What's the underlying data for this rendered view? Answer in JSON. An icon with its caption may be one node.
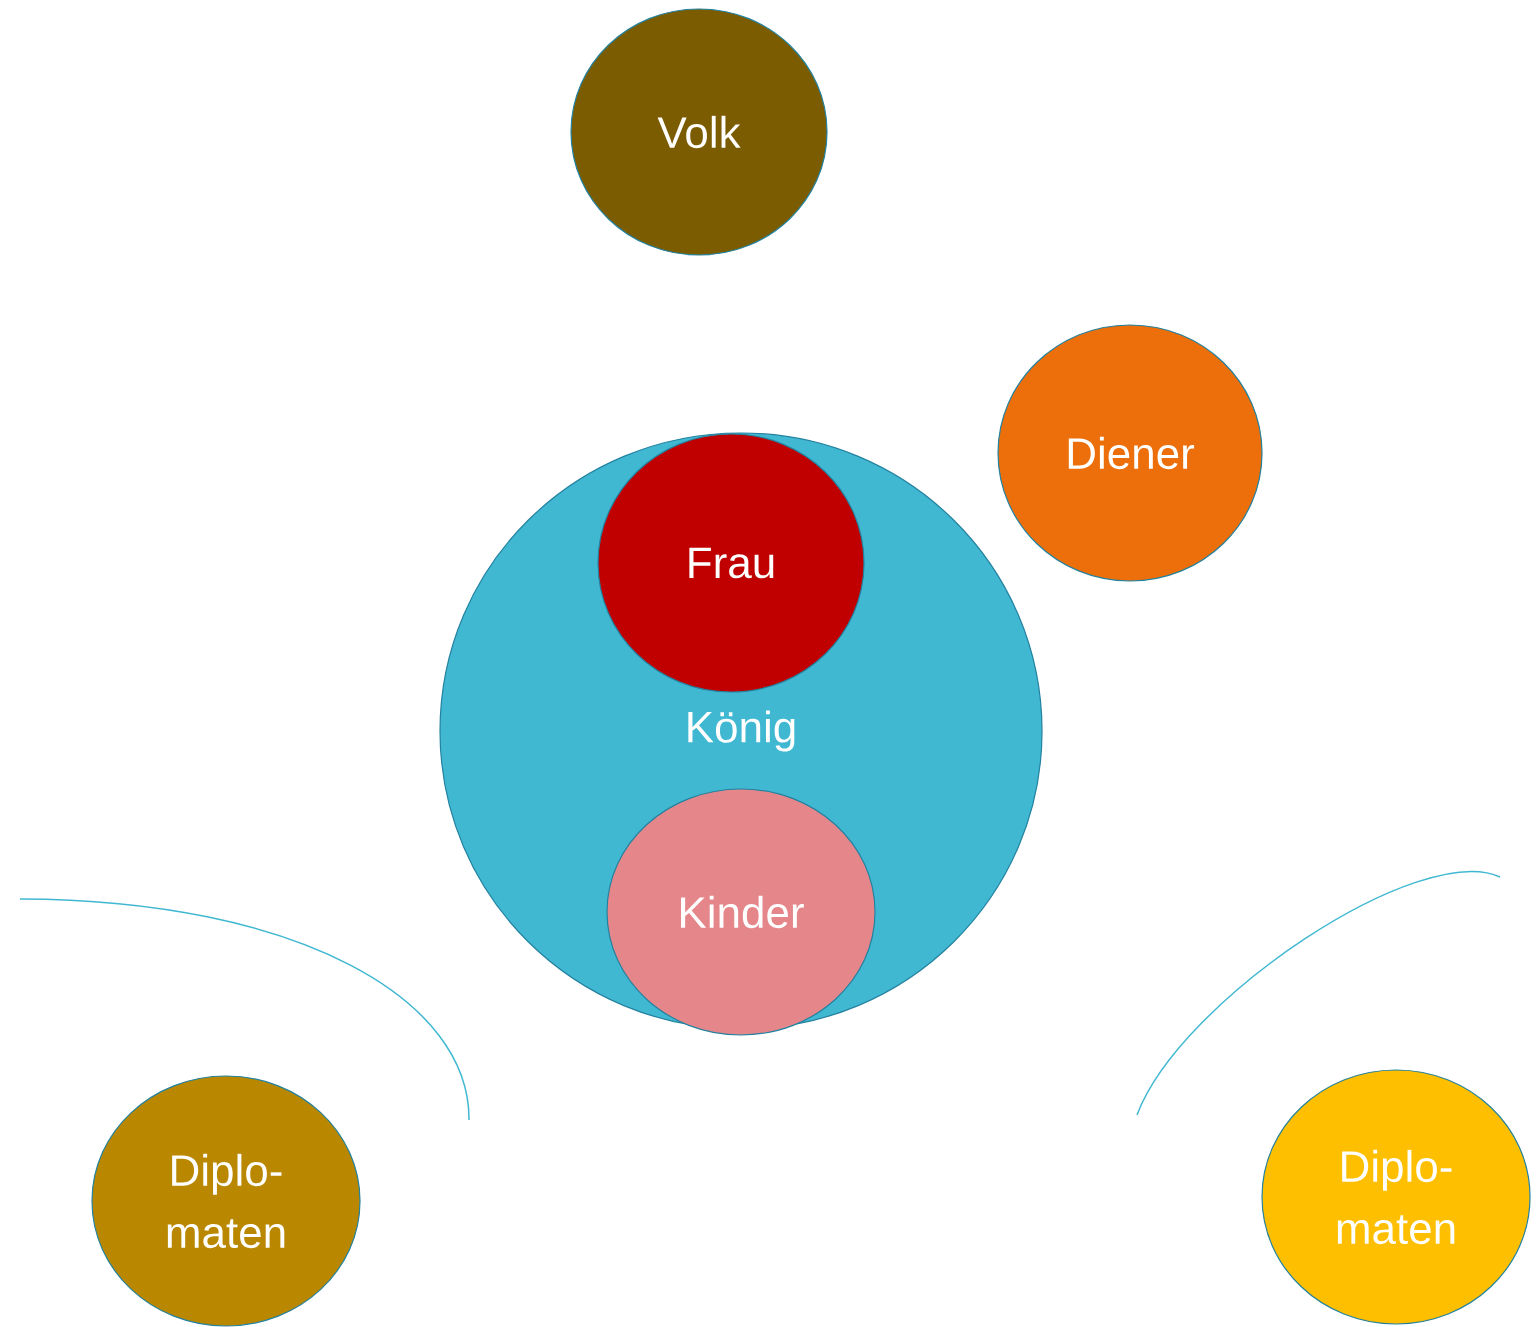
{
  "diagram": {
    "nodes": [
      {
        "text": [
          "Volk"
        ]
      },
      {
        "text": [
          "Diener"
        ]
      },
      {
        "text": [
          "König"
        ]
      },
      {
        "text": [
          "Frau"
        ],
        "in": 2
      },
      {
        "text": [
          "Kinder"
        ],
        "in": 2
      },
      {
        "text": [
          "Diplo- maten"
        ]
      },
      {
        "text": [
          "Diplo- maten"
        ]
      }
    ]
  }
}
